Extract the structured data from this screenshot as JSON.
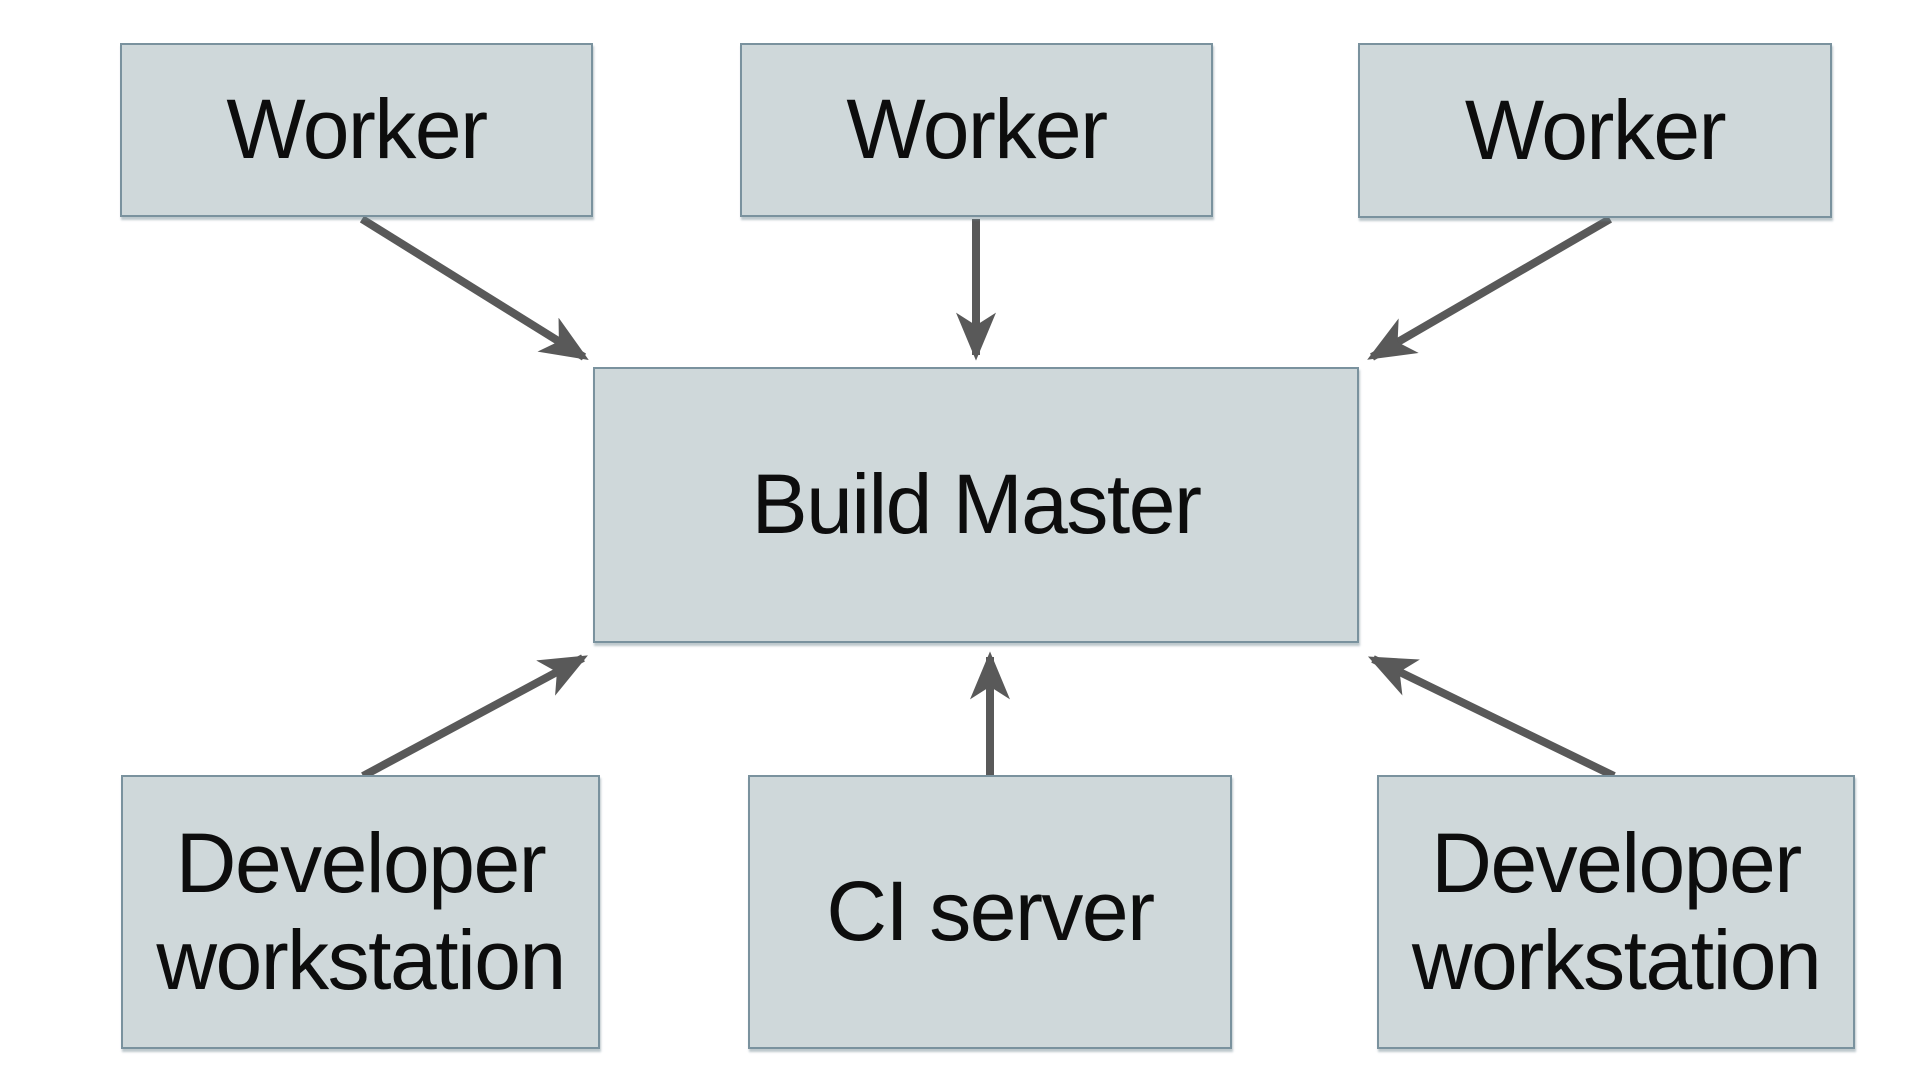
{
  "diagram": {
    "colors": {
      "background": "#ffffff",
      "box_fill": "#cfd8da",
      "box_border": "#7a929e",
      "arrow": "#595959",
      "text": "#0d0d0d"
    },
    "nodes": {
      "worker1": {
        "label": "Worker"
      },
      "worker2": {
        "label": "Worker"
      },
      "worker3": {
        "label": "Worker"
      },
      "build_master": {
        "label": "Build Master"
      },
      "dev_workstation_left": {
        "label": "Developer workstation"
      },
      "ci_server": {
        "label": "CI server"
      },
      "dev_workstation_right": {
        "label": "Developer workstation"
      }
    },
    "edges": [
      {
        "from": "worker1",
        "to": "build_master"
      },
      {
        "from": "worker2",
        "to": "build_master"
      },
      {
        "from": "worker3",
        "to": "build_master"
      },
      {
        "from": "dev_workstation_left",
        "to": "build_master"
      },
      {
        "from": "ci_server",
        "to": "build_master"
      },
      {
        "from": "dev_workstation_right",
        "to": "build_master"
      }
    ]
  }
}
